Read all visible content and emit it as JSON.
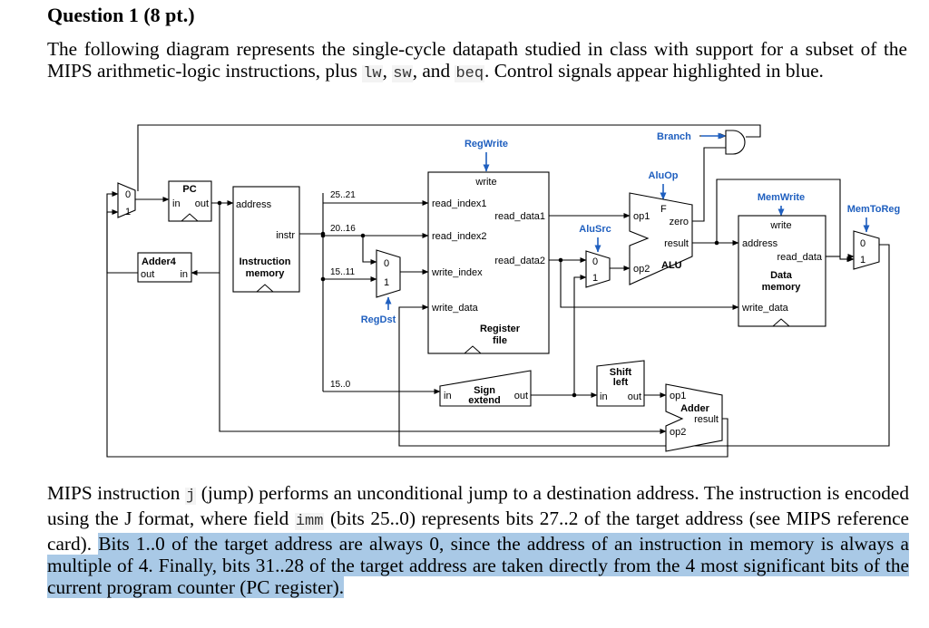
{
  "question": {
    "title": "Question 1 (8 pt.)"
  },
  "intro": {
    "p1": "The following diagram represents the single-cycle datapath studied in class with support for a subset of the MIPS arithmetic-logic instructions, plus ",
    "c_lw": "lw",
    "p2": ", ",
    "c_sw": "sw",
    "p3": ", and ",
    "c_beq": "beq",
    "p4": ". Control signals appear highlighted in blue."
  },
  "diagram": {
    "pc_title": "PC",
    "pc_in": "in",
    "pc_out": "out",
    "adder4_title": "Adder4",
    "adder4_out": "out",
    "adder4_in": "in",
    "imem_address": "address",
    "imem_instr": "instr",
    "imem_title1": "Instruction",
    "imem_title2": "memory",
    "bits_25_21": "25..21",
    "bits_20_16": "20..16",
    "bits_15_11": "15..11",
    "bits_15_0": "15..0",
    "regwrite": "RegWrite",
    "regdst": "RegDst",
    "rf_write": "write",
    "rf_read_index1": "read_index1",
    "rf_read_data1": "read_data1",
    "rf_read_index2": "read_index2",
    "rf_read_data2": "read_data2",
    "rf_write_index": "write_index",
    "rf_write_data": "write_data",
    "rf_title1": "Register",
    "rf_title2": "file",
    "sign_in": "in",
    "sign_title1": "Sign",
    "sign_title2": "extend",
    "sign_out": "out",
    "alusrc": "AluSrc",
    "aluop": "AluOp",
    "alu_op1": "op1",
    "alu_op2": "op2",
    "alu_f": "F",
    "alu_zero": "zero",
    "alu_result": "result",
    "alu_title": "ALU",
    "branch": "Branch",
    "shift_title1": "Shift",
    "shift_title2": "left",
    "shift_in": "in",
    "shift_out": "out",
    "adder_op1": "op1",
    "adder_title": "Adder",
    "adder_result": "result",
    "adder_op2": "op2",
    "memwrite": "MemWrite",
    "dmem_write": "write",
    "dmem_address": "address",
    "dmem_read_data": "read_data",
    "dmem_title1": "Data",
    "dmem_title2": "memory",
    "dmem_write_data": "write_data",
    "memtoreg": "MemToReg",
    "mux_0": "0",
    "mux_1": "1"
  },
  "jump": {
    "p1": "MIPS instruction ",
    "c_j": "j",
    "p2": " (jump) performs an unconditional jump to a destination address. The instruction is encoded using the J format, where field ",
    "c_imm": "imm",
    "p3": " (bits 25..0) represents bits 27..2 of the target address (see MIPS reference card). ",
    "highlighted": "Bits 1..0 of the target address are always 0, since the address of an instruction in memory is always a multiple of 4. Finally, bits 31..28 of the target address are taken directly from the 4 most significant bits of the current program counter (PC register)."
  },
  "colors": {
    "control": "#1f5fbf",
    "highlight": "#a9c9e6"
  }
}
